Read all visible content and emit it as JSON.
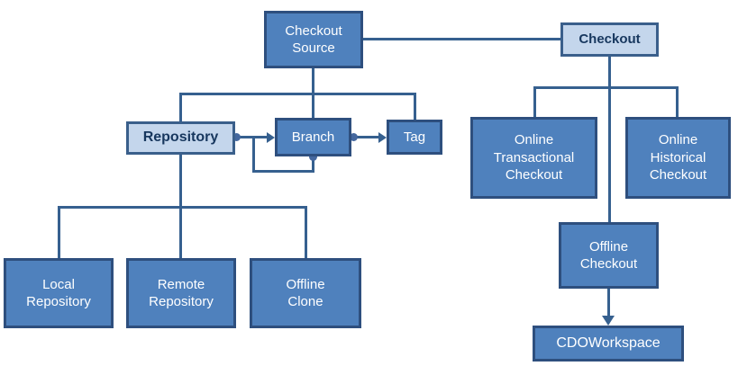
{
  "diagram": {
    "colors": {
      "node_fill": "#4F81BD",
      "node_border": "#2E4F7E",
      "highlight_fill": "#C4D6EC",
      "highlight_border": "#3A5F8B",
      "highlight_text": "#17375E",
      "node_text": "#FFFFFF",
      "connector": "#36608F"
    },
    "nodes": {
      "checkout_source": {
        "label": "Checkout\nSource",
        "style": "filled"
      },
      "checkout": {
        "label": "Checkout",
        "style": "highlight"
      },
      "repository": {
        "label": "Repository",
        "style": "highlight"
      },
      "branch": {
        "label": "Branch",
        "style": "filled"
      },
      "tag": {
        "label": "Tag",
        "style": "filled"
      },
      "online_transactional_checkout": {
        "label": "Online\nTransactional\nCheckout",
        "style": "filled"
      },
      "online_historical_checkout": {
        "label": "Online\nHistorical\nCheckout",
        "style": "filled"
      },
      "local_repository": {
        "label": "Local\nRepository",
        "style": "filled"
      },
      "remote_repository": {
        "label": "Remote\nRepository",
        "style": "filled"
      },
      "offline_clone": {
        "label": "Offline\nClone",
        "style": "filled"
      },
      "offline_checkout": {
        "label": "Offline\nCheckout",
        "style": "filled"
      },
      "cdo_workspace": {
        "label": "CDOWorkspace",
        "style": "filled"
      }
    },
    "edges": [
      {
        "from": "checkout_source",
        "to": "checkout",
        "style": "plain"
      },
      {
        "from": "checkout_source",
        "to": "repository",
        "style": "tree"
      },
      {
        "from": "checkout_source",
        "to": "branch",
        "style": "tree"
      },
      {
        "from": "checkout_source",
        "to": "tag",
        "style": "tree"
      },
      {
        "from": "repository",
        "to": "branch",
        "style": "dot-arrow"
      },
      {
        "from": "branch",
        "to": "branch",
        "style": "dot-arrow-self-loop"
      },
      {
        "from": "branch",
        "to": "tag",
        "style": "dot-arrow"
      },
      {
        "from": "checkout",
        "to": "online_transactional_checkout",
        "style": "tree"
      },
      {
        "from": "checkout",
        "to": "online_historical_checkout",
        "style": "tree"
      },
      {
        "from": "checkout",
        "to": "offline_checkout",
        "style": "tree"
      },
      {
        "from": "repository",
        "to": "local_repository",
        "style": "tree"
      },
      {
        "from": "repository",
        "to": "remote_repository",
        "style": "tree"
      },
      {
        "from": "repository",
        "to": "offline_clone",
        "style": "tree"
      },
      {
        "from": "offline_checkout",
        "to": "cdo_workspace",
        "style": "arrow"
      }
    ]
  }
}
